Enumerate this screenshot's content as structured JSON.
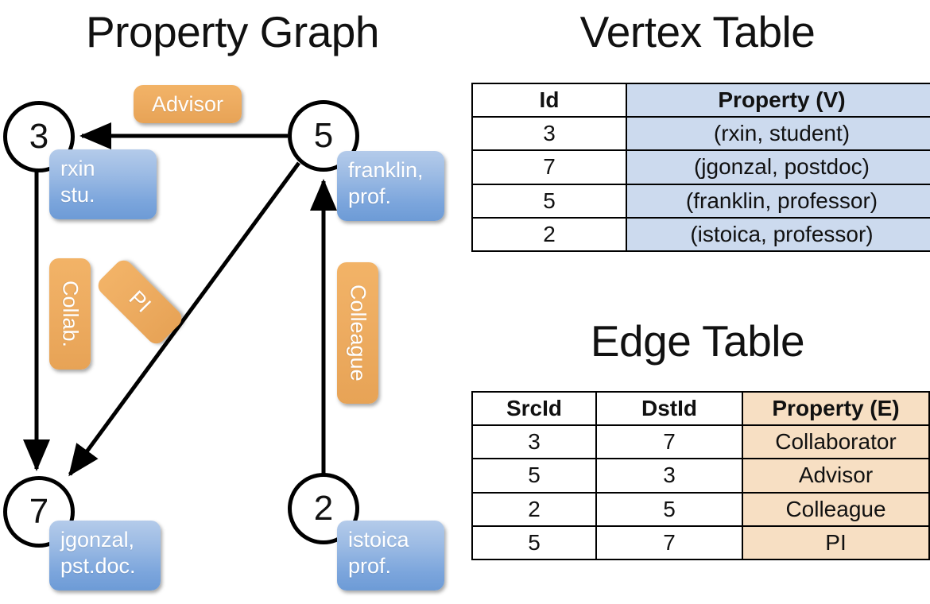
{
  "titles": {
    "property_graph": "Property Graph",
    "vertex_table": "Vertex Table",
    "edge_table": "Edge Table"
  },
  "graph": {
    "nodes": [
      {
        "id": "3",
        "property": "rxin\nstu."
      },
      {
        "id": "5",
        "property": "franklin,\nprof."
      },
      {
        "id": "7",
        "property": "jgonzal,\npst.doc."
      },
      {
        "id": "2",
        "property": "istoica\nprof."
      }
    ],
    "node_labels": {
      "n3": "3",
      "n5": "5",
      "n7": "7",
      "n2": "2"
    },
    "property_boxes": {
      "rxin_line1": "rxin",
      "rxin_line2": "stu.",
      "franklin_line1": "franklin,",
      "franklin_line2": "prof.",
      "jgonzal_line1": "jgonzal,",
      "jgonzal_line2": "pst.doc.",
      "istoica_line1": "istoica",
      "istoica_line2": "prof."
    },
    "edge_labels": {
      "advisor": "Advisor",
      "collab": "Collab.",
      "pi": "PI",
      "colleague": "Colleague"
    },
    "edges": [
      {
        "from": "5",
        "to": "3",
        "label": "Advisor"
      },
      {
        "from": "3",
        "to": "7",
        "label": "Collab."
      },
      {
        "from": "5",
        "to": "7",
        "label": "PI"
      },
      {
        "from": "2",
        "to": "5",
        "label": "Colleague"
      }
    ]
  },
  "vertex_table": {
    "headers": [
      "Id",
      "Property (V)"
    ],
    "rows": [
      {
        "id": "3",
        "property": "(rxin, student)"
      },
      {
        "id": "7",
        "property": "(jgonzal, postdoc)"
      },
      {
        "id": "5",
        "property": "(franklin, professor)"
      },
      {
        "id": "2",
        "property": "(istoica, professor)"
      }
    ]
  },
  "edge_table": {
    "headers": [
      "SrcId",
      "DstId",
      "Property (E)"
    ],
    "rows": [
      {
        "src": "3",
        "dst": "7",
        "property": "Collaborator"
      },
      {
        "src": "5",
        "dst": "3",
        "property": "Advisor"
      },
      {
        "src": "2",
        "dst": "5",
        "property": "Colleague"
      },
      {
        "src": "5",
        "dst": "7",
        "property": "PI"
      }
    ]
  },
  "colors": {
    "vertex_property_fill": "#ccdaee",
    "edge_property_fill": "#f7dfc3",
    "node_box_blue": "#7ba5dc",
    "edge_label_orange": "#eead62",
    "stroke": "#000000",
    "background": "#ffffff"
  }
}
